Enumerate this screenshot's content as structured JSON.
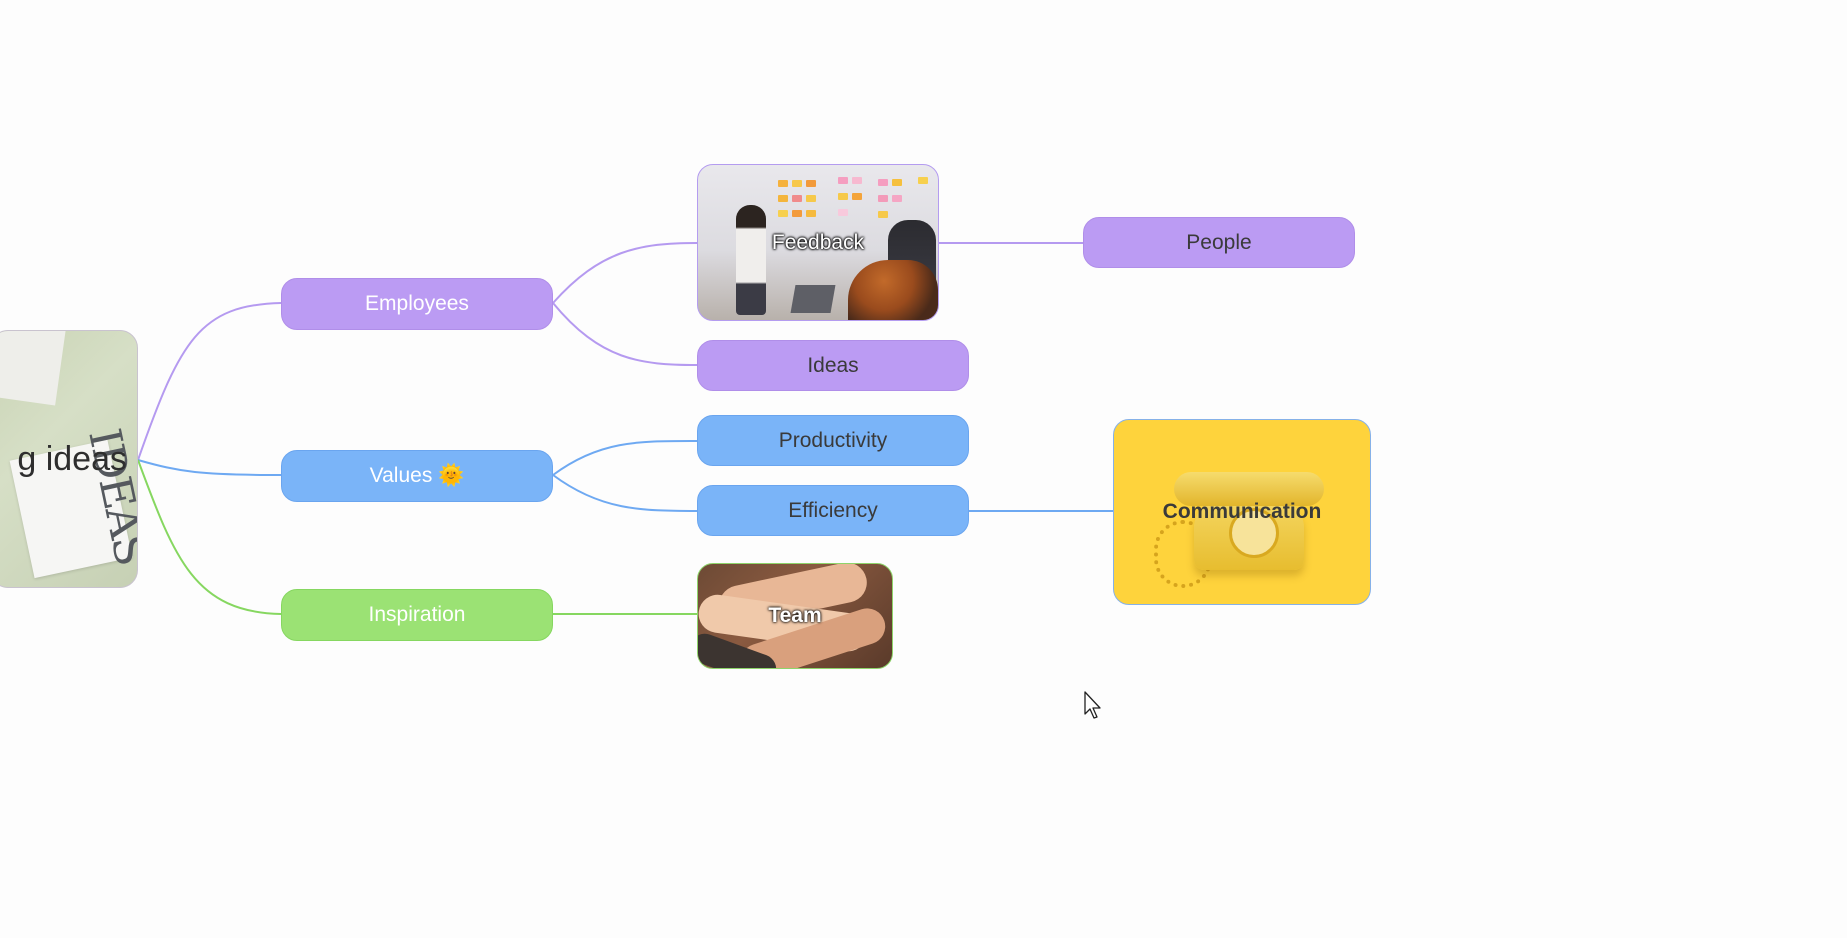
{
  "mindmap": {
    "root": {
      "label": "g ideas"
    },
    "branches": [
      {
        "label": "Employees",
        "color": "#bb9bf3"
      },
      {
        "label": "Values 🌞",
        "color": "#7ab4f8"
      },
      {
        "label": "Inspiration",
        "color": "#9be274"
      }
    ],
    "feedback": {
      "label": "Feedback"
    },
    "ideas": {
      "label": "Ideas"
    },
    "people": {
      "label": "People"
    },
    "productivity": {
      "label": "Productivity"
    },
    "efficiency": {
      "label": "Efficiency"
    },
    "communication": {
      "label": "Communication"
    },
    "team": {
      "label": "Team"
    }
  },
  "colors": {
    "purple": "#bb9bf3",
    "blue": "#7ab4f8",
    "green": "#9be274",
    "communication_bg": "#fed33c"
  }
}
